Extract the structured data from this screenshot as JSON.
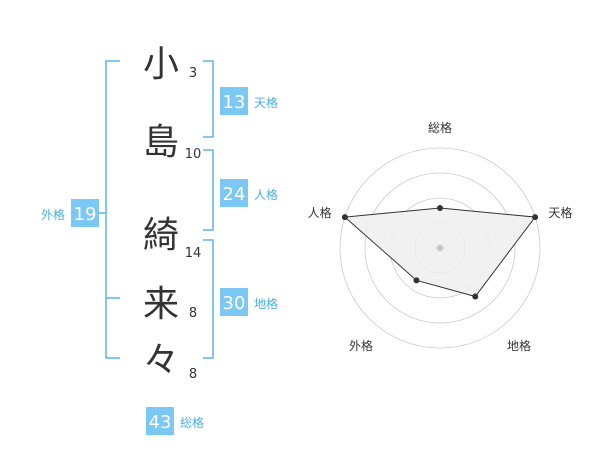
{
  "name": {
    "characters": [
      {
        "char": "小",
        "strokes": "3"
      },
      {
        "char": "島",
        "strokes": "10"
      },
      {
        "char": "綺",
        "strokes": "14"
      },
      {
        "char": "来",
        "strokes": "8"
      },
      {
        "char": "々",
        "strokes": "8"
      }
    ]
  },
  "fortunes": {
    "tenkaku": {
      "value": "13",
      "label": "天格"
    },
    "jinkaku": {
      "value": "24",
      "label": "人格"
    },
    "chikaku": {
      "value": "30",
      "label": "地格"
    },
    "gaikaku": {
      "value": "19",
      "label": "外格"
    },
    "soukaku": {
      "value": "43",
      "label": "総格"
    }
  },
  "chart_data": {
    "type": "radar",
    "axes": [
      "総格",
      "天格",
      "地格",
      "外格",
      "人格"
    ],
    "values": [
      0.4,
      1.0,
      0.6,
      0.4,
      1.0
    ],
    "range": [
      0,
      1
    ],
    "rings": 4,
    "colors": {
      "line": "#333333",
      "fill": "#eeeeee",
      "grid": "#cccccc",
      "center": "#c8c8c8"
    }
  },
  "colors": {
    "bracket": "#5db3ee",
    "badge": "#7cc8f5",
    "badge_text": "#ffffff",
    "label": "#4ab0ea",
    "char": "#333333"
  }
}
